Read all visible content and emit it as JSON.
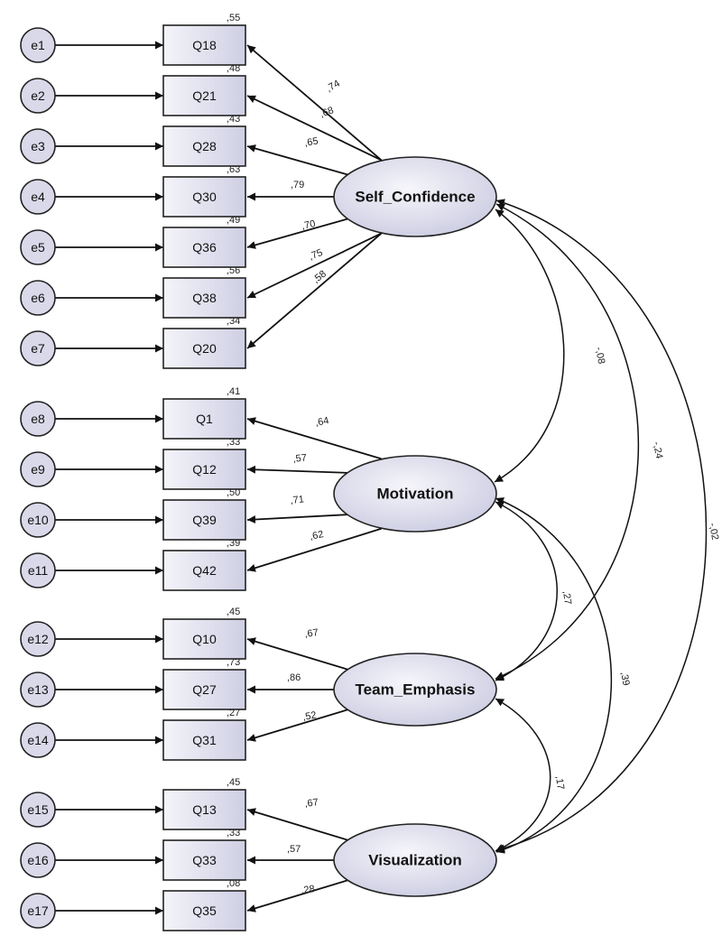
{
  "errors": [
    "e1",
    "e2",
    "e3",
    "e4",
    "e5",
    "e6",
    "e7",
    "e8",
    "e9",
    "e10",
    "e11",
    "e12",
    "e13",
    "e14",
    "e15",
    "e16",
    "e17"
  ],
  "indicators": [
    {
      "name": "Q18",
      "r2": ",55"
    },
    {
      "name": "Q21",
      "r2": ",48"
    },
    {
      "name": "Q28",
      "r2": ",43"
    },
    {
      "name": "Q30",
      "r2": ",63"
    },
    {
      "name": "Q36",
      "r2": ",49"
    },
    {
      "name": "Q38",
      "r2": ",56"
    },
    {
      "name": "Q20",
      "r2": ",34"
    },
    {
      "name": "Q1",
      "r2": ",41"
    },
    {
      "name": "Q12",
      "r2": ",33"
    },
    {
      "name": "Q39",
      "r2": ",50"
    },
    {
      "name": "Q42",
      "r2": ",39"
    },
    {
      "name": "Q10",
      "r2": ",45"
    },
    {
      "name": "Q27",
      "r2": ",73"
    },
    {
      "name": "Q31",
      "r2": ",27"
    },
    {
      "name": "Q13",
      "r2": ",45"
    },
    {
      "name": "Q33",
      "r2": ",33"
    },
    {
      "name": "Q35",
      "r2": ",08"
    }
  ],
  "latents": [
    {
      "name": "Self_Confidence",
      "loadings": [
        ",74",
        ",68",
        ",65",
        ",79",
        ",70",
        ",75",
        ",58"
      ]
    },
    {
      "name": "Motivation",
      "loadings": [
        ",64",
        ",57",
        ",71",
        ",62"
      ]
    },
    {
      "name": "Team_Emphasis",
      "loadings": [
        ",67",
        ",86",
        ",52"
      ]
    },
    {
      "name": "Visualization",
      "loadings": [
        ",67",
        ",57",
        ",28"
      ]
    }
  ],
  "covariances": {
    "sc_mot": "-,08",
    "sc_team": "-,24",
    "sc_vis": "-,02",
    "mot_team": ",27",
    "mot_vis": ",39",
    "team_vis": ",17"
  }
}
